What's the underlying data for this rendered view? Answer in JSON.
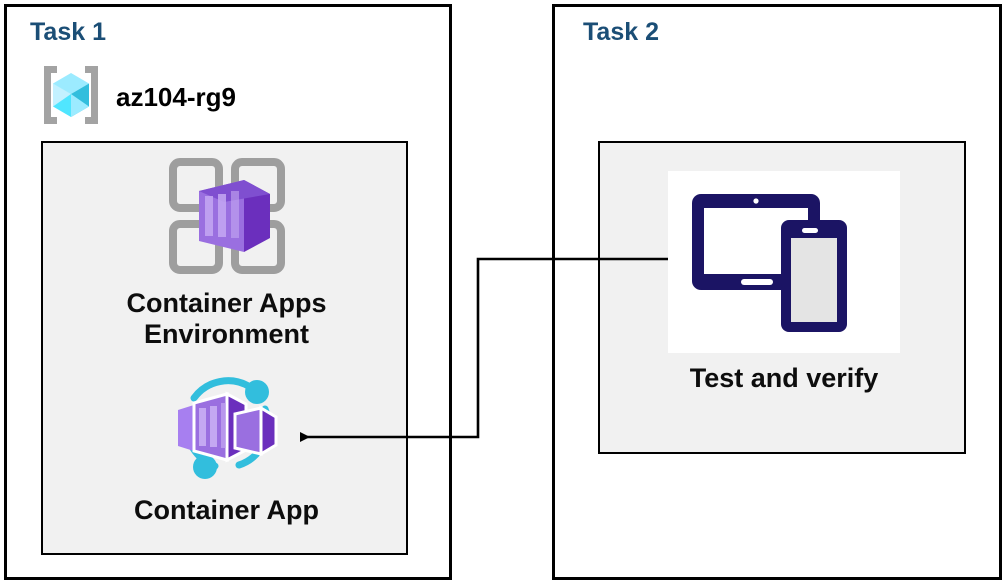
{
  "diagram": {
    "title": "Azure Container Apps task diagram",
    "background": "#ffffff",
    "colors": {
      "task_title": "#1b4e76",
      "panel_border": "#000000",
      "inner_box_fill": "#f1f1f1",
      "inner_box_border": "#000000",
      "label_text": "#0d0d0d",
      "resource_group_cyan": "#50e6ff",
      "resource_group_bracket_gray": "#a3a3a3",
      "container_purple_dark": "#68217a",
      "container_purple": "#8661c5",
      "container_purple_light": "#b39ddb",
      "environment_frame_gray": "#9e9e9e",
      "container_app_ring_cyan": "#32bedd",
      "device_navy": "#1b1464",
      "device_screen_gray": "#e4e4e4",
      "connector_line": "#000000"
    }
  },
  "task1": {
    "title": "Task 1",
    "resource_group": {
      "icon": "resource-group-icon",
      "label": "az104-rg9"
    },
    "nodes": [
      {
        "icon": "container-apps-environment-icon",
        "label": "Container Apps\nEnvironment"
      },
      {
        "icon": "container-app-icon",
        "label": "Container App"
      }
    ]
  },
  "task2": {
    "title": "Task 2",
    "nodes": [
      {
        "icon": "test-devices-icon",
        "label": "Test and verify"
      }
    ]
  },
  "connector": {
    "name": "test-to-container-app-arrow",
    "from": "Test and verify",
    "to": "Container App",
    "direction": "right-to-left",
    "arrowhead": "left"
  }
}
